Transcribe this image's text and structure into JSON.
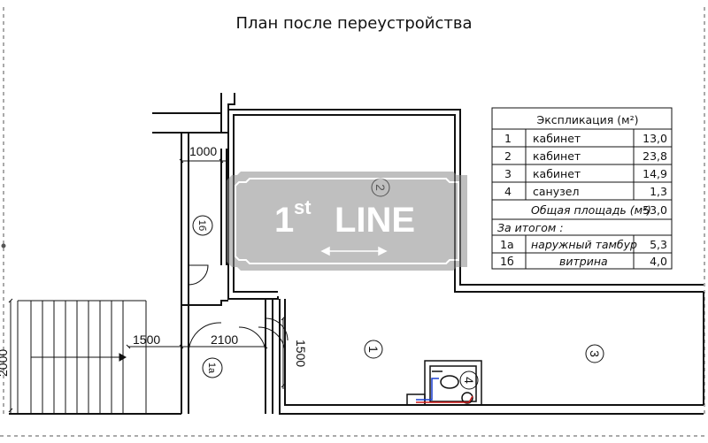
{
  "title": "План после переустройства",
  "rooms": {
    "r1": "1",
    "r2": "2",
    "r3": "3",
    "r4": "4",
    "r1a": "1а",
    "r1b": "1б"
  },
  "dimensions": {
    "d1000": "1000",
    "d1500_h": "1500",
    "d2100": "2100",
    "d1500_v": "1500",
    "d2000": "2000"
  },
  "explication": {
    "header": "Экспликация (м²)",
    "rows": [
      {
        "no": "1",
        "name": "кабинет",
        "area": "13,0"
      },
      {
        "no": "2",
        "name": "кабинет",
        "area": "23,8"
      },
      {
        "no": "3",
        "name": "кабинет",
        "area": "14,9"
      },
      {
        "no": "4",
        "name": "санузел",
        "area": "1,3"
      }
    ],
    "total_label": "Общая площадь (м²)",
    "total_value": "53,0",
    "extra_label": "За итогом :",
    "extra_rows": [
      {
        "no": "1а",
        "name": "наружный тамбур",
        "area": "5,3"
      },
      {
        "no": "1б",
        "name": "витрина",
        "area": "4,0"
      }
    ]
  },
  "watermark": {
    "brand_main": "1",
    "brand_sup": "st",
    "brand_tail": "LINE",
    "color": "#8c8c8c"
  },
  "colors": {
    "line": "#111111",
    "pipe_red": "#d11a1a",
    "pipe_blue": "#1a3fd1"
  }
}
